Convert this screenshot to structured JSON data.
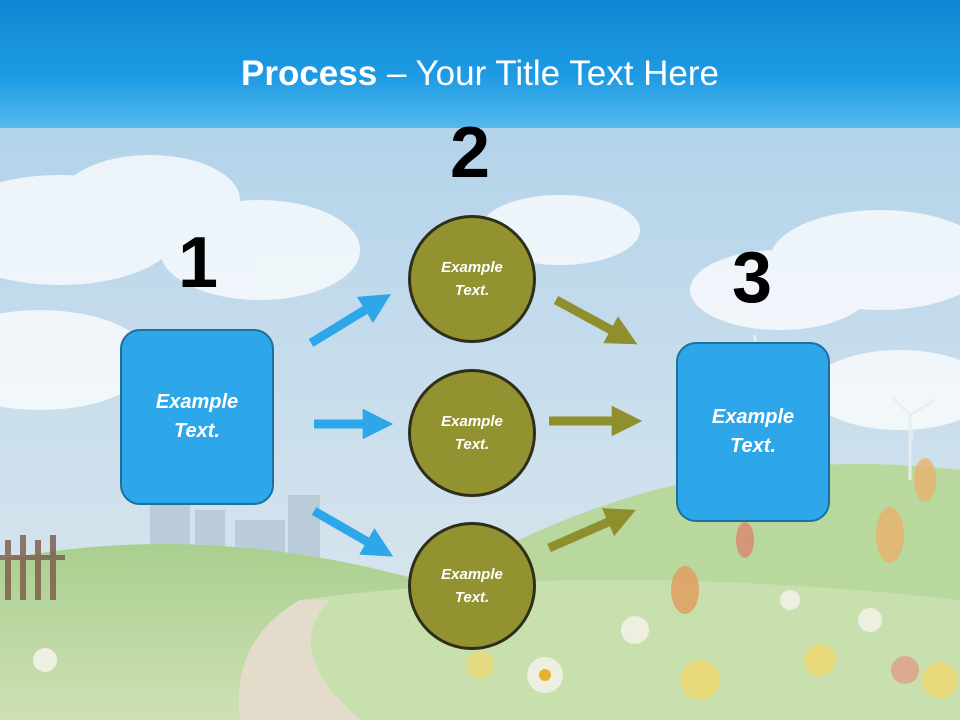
{
  "slide": {
    "title_bold": "Process",
    "title_rest": " – Your Title Text Here"
  },
  "steps": {
    "n1": "1",
    "n2": "2",
    "n3": "3"
  },
  "nodes": {
    "left_box": "Example Text.",
    "circle_top": "Example Text.",
    "circle_mid": "Example Text.",
    "circle_bottom": "Example Text.",
    "right_box": "Example Text."
  },
  "colors": {
    "box_fill": "#2ea7ea",
    "circle_fill": "#929330",
    "blue_arrow": "#2ea7ea",
    "olive_arrow": "#8f8f2e",
    "title_bar": "#1e9be3"
  }
}
